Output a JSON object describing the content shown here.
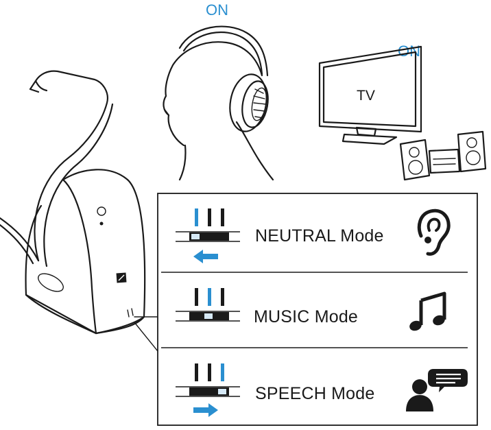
{
  "headphones_status": "ON",
  "tv_status": "ON",
  "tv_label": "TV",
  "modes": [
    {
      "label": "NEUTRAL Mode",
      "icon": "ear-icon",
      "arrow": "left-arrow-icon"
    },
    {
      "label": "MUSIC Mode",
      "icon": "music-note-icon",
      "arrow": ""
    },
    {
      "label": "SPEECH Mode",
      "icon": "speech-person-icon",
      "arrow": "right-arrow-icon"
    }
  ],
  "colors": {
    "accent": "#2a8fd0",
    "ink": "#1a1a1a",
    "highlight": "#d6e9f7"
  }
}
